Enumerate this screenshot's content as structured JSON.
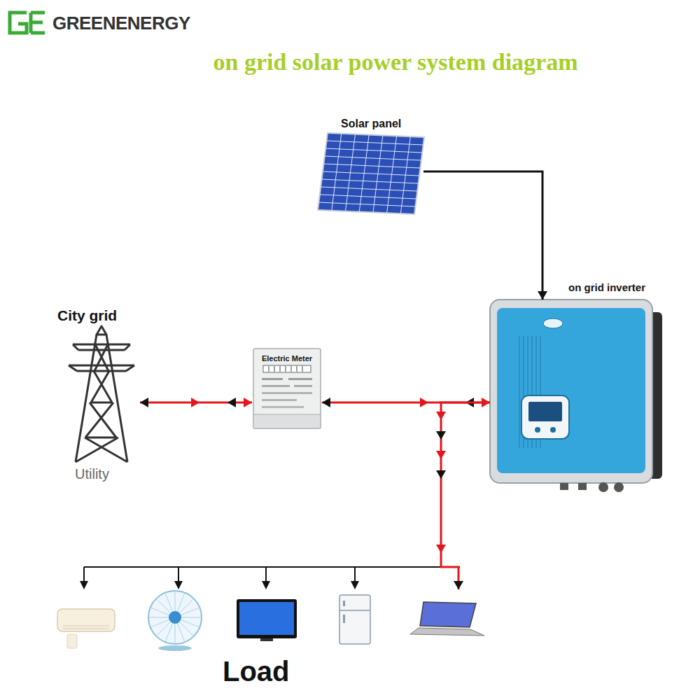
{
  "diagram": {
    "title": "on grid solar power system diagram",
    "nodes": [
      {
        "text": [
          "Solar panel"
        ]
      },
      {
        "text": [
          "on grid inverter"
        ]
      },
      {
        "text": [
          "City grid",
          "Utility"
        ]
      },
      {
        "text": [
          "Electric Meter"
        ]
      },
      {
        "text": [
          "Load"
        ]
      }
    ],
    "edges": [
      {
        "from": 0,
        "to": 1,
        "arrow": "to"
      },
      {
        "from": 1,
        "to": 3,
        "arrow": "both"
      },
      {
        "from": 3,
        "to": 2,
        "arrow": "both"
      },
      {
        "from": 1,
        "to": 4,
        "arrow": "to"
      }
    ],
    "labels": [
      "GREENENERGY"
    ]
  }
}
